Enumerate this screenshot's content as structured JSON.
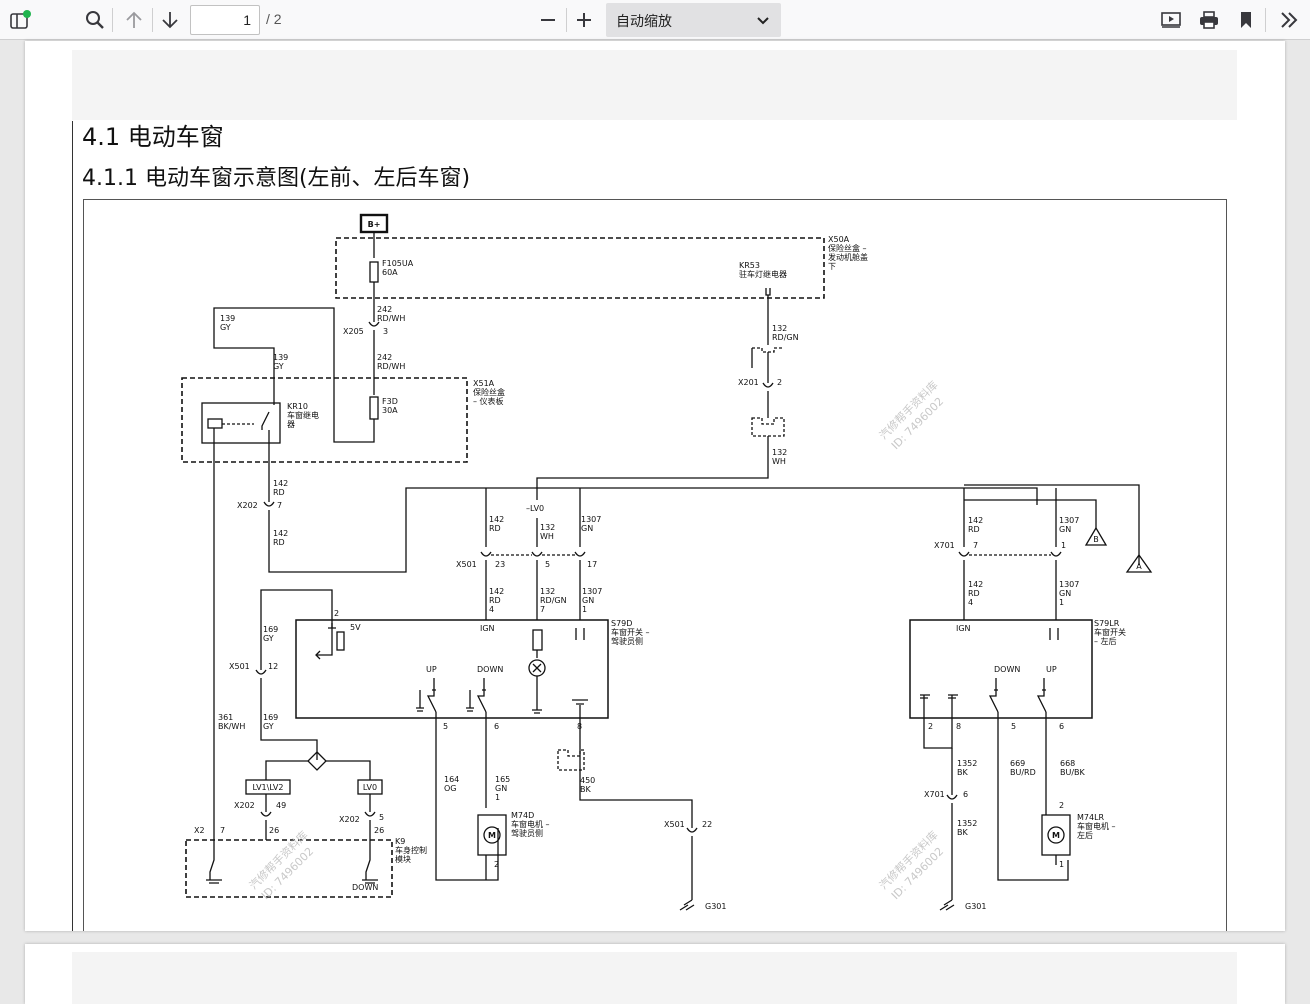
{
  "toolbar": {
    "current_page": "1",
    "total_pages": "/ 2",
    "zoom_value": "自动缩放",
    "icons": [
      "sidebar-toggle-icon",
      "search-icon",
      "arrow-up-icon",
      "arrow-down-icon",
      "minus-icon",
      "plus-icon",
      "chevron-down-icon",
      "presentation-icon",
      "print-icon",
      "bookmark-icon",
      "double-chevron-right-icon"
    ],
    "accent": "#20b44e"
  },
  "document": {
    "heading": "4.1 电动车窗",
    "subheading": "4.1.1 电动车窗示意图(左前、左后车窗)"
  },
  "diagram": {
    "battery": "B+",
    "x50a": [
      "X50A",
      "保险丝盒 –",
      "发动机舱盖",
      "下"
    ],
    "x51a": [
      "X51A",
      "保险丝盒",
      "– 仪表板"
    ],
    "f105ua": [
      "F105UA",
      "60A"
    ],
    "f3d": [
      "F3D",
      "30A"
    ],
    "kr53": [
      "KR53",
      "驻车灯继电器"
    ],
    "kr10": [
      "KR10",
      "车窗继电",
      "器"
    ],
    "w242a": [
      "242",
      "RD/WH"
    ],
    "w242b": [
      "242",
      "RD/WH"
    ],
    "x205": [
      "X205",
      "3"
    ],
    "w139a": [
      "139",
      "GY"
    ],
    "w139b": [
      "139",
      "GY"
    ],
    "w132a": [
      "132",
      "RD/GN"
    ],
    "x201": [
      "X201",
      "2"
    ],
    "w132b": [
      "132",
      "WH"
    ],
    "w142a": [
      "142",
      "RD"
    ],
    "x202_7": [
      "X202",
      "7"
    ],
    "w142b": [
      "142",
      "RD"
    ],
    "lv0_top": "–LV0",
    "w142c": [
      "142",
      "RD"
    ],
    "w132c": [
      "132",
      "WH"
    ],
    "w1307a": [
      "1307",
      "GN"
    ],
    "x501_top": [
      "X501",
      "23",
      "5",
      "17"
    ],
    "w142d": [
      "142",
      "RD",
      "4"
    ],
    "w132d": [
      "132",
      "RD/GN",
      "7"
    ],
    "w1307b": [
      "1307",
      "GN",
      "1"
    ],
    "s79d": [
      "S79D",
      "车窗开关 –",
      "驾驶员侧"
    ],
    "s79d_labels": {
      "ign": "IGN",
      "v5": "5V",
      "up": "UP",
      "down": "DOWN",
      "p2": "2",
      "p5": "5",
      "p6": "6",
      "p8": "8"
    },
    "w169a": [
      "169",
      "GY"
    ],
    "x501_12": [
      "X501",
      "12"
    ],
    "w361": [
      "361",
      "BK/WH"
    ],
    "w169b": [
      "169",
      "GY"
    ],
    "lv12": "LV1\\LV2",
    "lv0_bot": "LV0",
    "x202_49": [
      "X202",
      "49",
      "26"
    ],
    "x202_5": [
      "X202",
      "5",
      "26"
    ],
    "x2_7": [
      "X2",
      "7"
    ],
    "k9": [
      "K9",
      "车身控制",
      "模块"
    ],
    "k9_down": "DOWN",
    "w164": [
      "164",
      "OG"
    ],
    "w165": [
      "165",
      "GN",
      "1"
    ],
    "m74d": [
      "M74D",
      "车窗电机 –",
      "驾驶员侧"
    ],
    "m74d_pin2": "2",
    "w450": [
      "450",
      "BK"
    ],
    "x501_22": [
      "X501",
      "22"
    ],
    "g301a": "G301",
    "x701_top": [
      "X701",
      "7",
      "1"
    ],
    "w142e": [
      "142",
      "RD"
    ],
    "w1307c": [
      "1307",
      "GN"
    ],
    "w142f": [
      "142",
      "RD",
      "4"
    ],
    "w1307d": [
      "1307",
      "GN",
      "1"
    ],
    "conn_b": "B",
    "conn_a": "A",
    "s79lr": [
      "S79LR",
      "车窗开关",
      "– 左后"
    ],
    "s79lr_labels": {
      "ign": "IGN",
      "down": "DOWN",
      "up": "UP",
      "p2": "2",
      "p8": "8",
      "p5": "5",
      "p6": "6"
    },
    "w1352a": [
      "1352",
      "BK"
    ],
    "x701_6": [
      "X701",
      "6"
    ],
    "w1352b": [
      "1352",
      "BK"
    ],
    "w669": [
      "669",
      "BU/RD"
    ],
    "w668": [
      "668",
      "BU/BK"
    ],
    "m74lr": [
      "M74LR",
      "车窗电机 –",
      "左后"
    ],
    "m74lr_pins": [
      "2",
      "1"
    ],
    "g301b": "G301",
    "motor_symbol": "M",
    "watermark": [
      "汽修帮手资料库",
      "ID: 7496002"
    ]
  }
}
